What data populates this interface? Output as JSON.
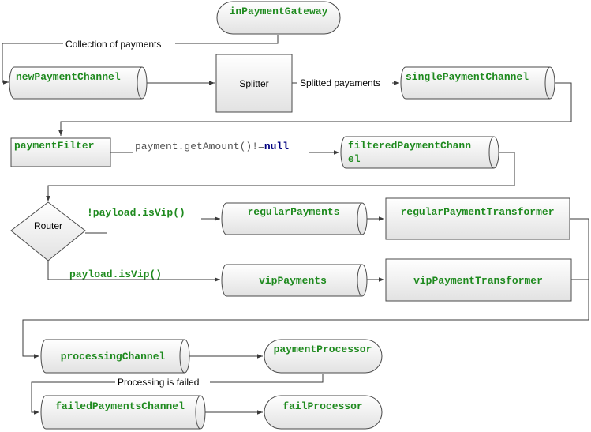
{
  "nodes": {
    "in_payment_gateway": "inPaymentGateway",
    "new_payment_channel": "newPaymentChannel",
    "splitter": "Splitter",
    "single_payment_channel": "singlePaymentChannel",
    "payment_filter": "paymentFilter",
    "filtered_payment_channel_line1": "filteredPaymentChann",
    "filtered_payment_channel_line2": "el",
    "router": "Router",
    "regular_payments": "regularPayments",
    "regular_payment_transformer": "regularPaymentTransformer",
    "vip_payments": "vipPayments",
    "vip_payment_transformer": "vipPaymentTransformer",
    "processing_channel": "processingChannel",
    "payment_processor": "paymentProcessor",
    "failed_payments_channel": "failedPaymentsChannel",
    "fail_processor": "failProcessor"
  },
  "edges": {
    "collection_of_payments": "Collection of payments",
    "splitted_payments": "Splitted payaments",
    "filter_expr_prefix": "payment.getAmount()!=",
    "filter_expr_null": "null",
    "not_vip": "!payload.isVip()",
    "is_vip": "payload.isVip()",
    "processing_failed": "Processing is failed"
  },
  "colors": {
    "node_text": "#1e8a1e",
    "null_keyword": "#000080",
    "code_text": "#555555",
    "shape_fill_top": "#ffffff",
    "shape_fill_bottom": "#e4e4e4",
    "shape_stroke": "#4a4a4a"
  }
}
